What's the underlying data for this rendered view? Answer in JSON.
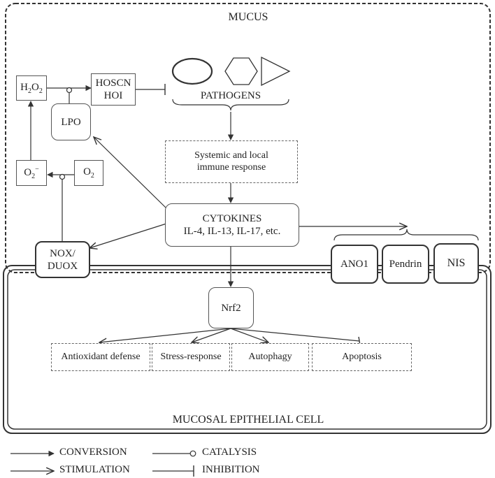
{
  "regions": {
    "mucus": "MUCUS",
    "cell": "MUCOSAL EPITHELIAL CELL"
  },
  "nodes": {
    "h2o2": {
      "main": "H",
      "sub1": "2",
      "mid": "O",
      "sub2": "2"
    },
    "hoscn": {
      "line1": "HOSCN",
      "line2": "HOI"
    },
    "lpo": "LPO",
    "o2_radical": {
      "main": "O",
      "sub": "2",
      "sup": "−"
    },
    "o2": {
      "main": "O",
      "sub": "2"
    },
    "pathogens": "PATHOGENS",
    "immune": {
      "line1": "Systemic and local",
      "line2": "immune response"
    },
    "cytokines": {
      "line1": "CYTOKINES",
      "line2": "IL-4, IL-13, IL-17, etc."
    },
    "nox": {
      "line1": "NOX/",
      "line2": "DUOX"
    },
    "ano1": "ANO1",
    "pendrin": "Pendrin",
    "nis": "NIS",
    "nrf2": "Nrf2",
    "antioxidant": "Antioxidant defense",
    "stress": "Stress-response",
    "autophagy": "Autophagy",
    "apoptosis": "Apoptosis"
  },
  "legend": {
    "conversion": "CONVERSION",
    "catalysis": "CATALYSIS",
    "stimulation": "STIMULATION",
    "inhibition": "INHIBITION"
  }
}
